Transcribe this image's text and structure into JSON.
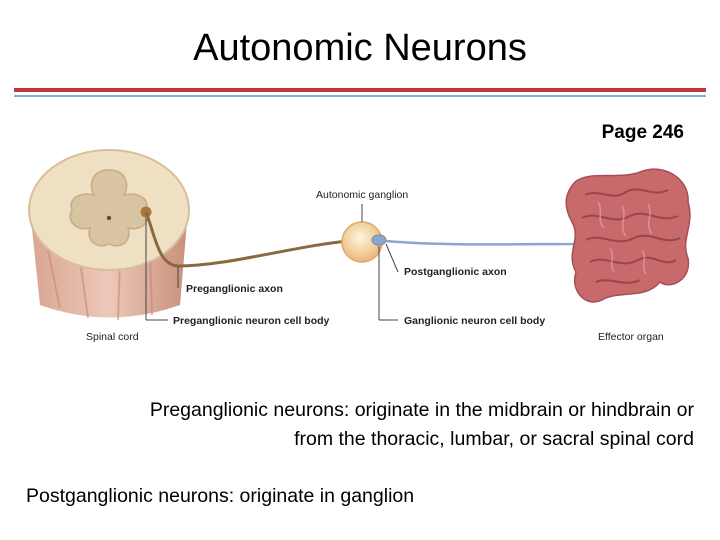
{
  "title": "Autonomic Neurons",
  "page_ref": "Page 246",
  "colors": {
    "rule_red": "#c8323c",
    "rule_blue": "#7fb3cf",
    "preganglionic_axon": "#8a6a3a",
    "postganglionic_axon": "#8ea6cf",
    "effector_organ": "#c8696c"
  },
  "figure": {
    "labels": {
      "autonomic_ganglion": "Autonomic ganglion",
      "preganglionic_axon": "Preganglionic axon",
      "postganglionic_axon": "Postganglionic axon",
      "preganglionic_cell_body": "Preganglionic neuron cell body",
      "ganglionic_cell_body": "Ganglionic neuron cell body",
      "spinal_cord": "Spinal cord",
      "effector_organ": "Effector organ"
    }
  },
  "text": {
    "preganglionic_line1": "Preganglionic neurons: originate in the midbrain or hindbrain or",
    "preganglionic_line2": "from the thoracic, lumbar, or sacral spinal cord",
    "postganglionic": "Postganglionic neurons: originate in ganglion"
  }
}
